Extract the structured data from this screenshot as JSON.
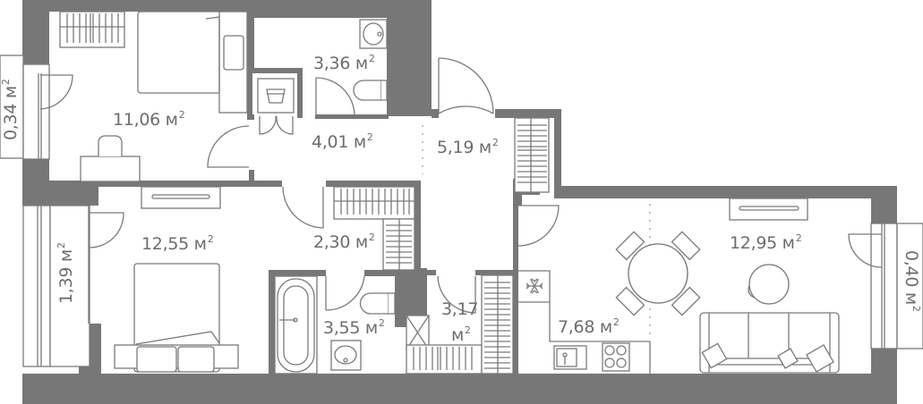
{
  "plan": {
    "title": "Apartment floor plan",
    "area_unit": "м",
    "area_exponent": "2",
    "colors": {
      "wall": "#777777",
      "line": "#7a7a7a",
      "text": "#6d6d6d",
      "background": "#ffffff"
    }
  },
  "rooms": [
    {
      "id": "bedroom-1",
      "type": "bedroom",
      "area": "11,06",
      "unit": "м",
      "exp": "2"
    },
    {
      "id": "wc",
      "type": "toilet",
      "area": "3,36",
      "unit": "м",
      "exp": "2"
    },
    {
      "id": "corridor",
      "type": "corridor",
      "area": "4,01",
      "unit": "м",
      "exp": "2"
    },
    {
      "id": "hall",
      "type": "entrance-hall",
      "area": "5,19",
      "unit": "м",
      "exp": "2"
    },
    {
      "id": "bedroom-2",
      "type": "bedroom",
      "area": "12,55",
      "unit": "м",
      "exp": "2"
    },
    {
      "id": "dressing",
      "type": "wardrobe",
      "area": "2,30",
      "unit": "м",
      "exp": "2"
    },
    {
      "id": "bathroom",
      "type": "bathroom",
      "area": "3,55",
      "unit": "м",
      "exp": "2"
    },
    {
      "id": "storage",
      "type": "storage",
      "area_line1": "3,17",
      "area_line2": "м",
      "exp": "2"
    },
    {
      "id": "kitchen",
      "type": "kitchen",
      "area": "7,68",
      "unit": "м",
      "exp": "2"
    },
    {
      "id": "living",
      "type": "living-room",
      "area": "12,95",
      "unit": "м",
      "exp": "2"
    }
  ],
  "balconies": [
    {
      "id": "balcony-1",
      "area": "0,34",
      "unit": "м",
      "exp": "2",
      "orientation": "vertical-ccw"
    },
    {
      "id": "balcony-2",
      "area": "1,39",
      "unit": "м",
      "exp": "2",
      "orientation": "vertical-ccw"
    },
    {
      "id": "balcony-3",
      "area": "0,40",
      "unit": "м",
      "exp": "2",
      "orientation": "vertical-cw"
    }
  ],
  "icons": [
    "snowflake-icon",
    "washing-machine-icon",
    "sink-icon",
    "toilet-icon",
    "bathtub-icon",
    "stove-icon",
    "bed-icon",
    "sofa-icon",
    "dining-table-icon",
    "armchair-icon"
  ]
}
